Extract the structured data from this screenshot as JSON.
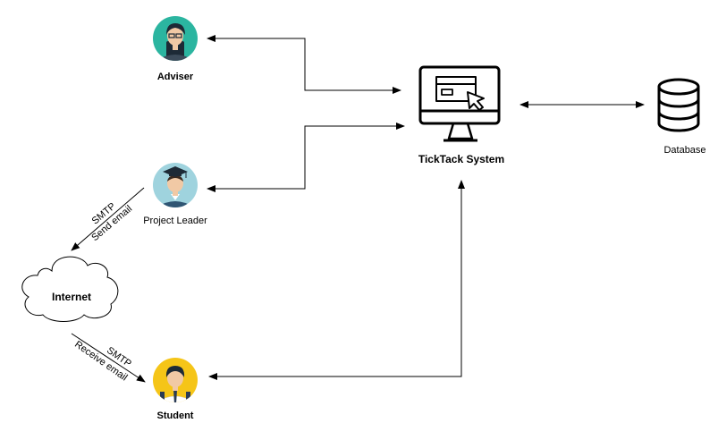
{
  "nodes": {
    "adviser": {
      "label": "Adviser",
      "icon": "adviser-avatar-icon",
      "color": "#2bb5a0"
    },
    "project_leader": {
      "label": "Project Leader",
      "icon": "project-leader-avatar-icon",
      "color": "#9fd3de"
    },
    "student": {
      "label": "Student",
      "icon": "student-avatar-icon",
      "color": "#f5c518"
    },
    "system": {
      "label": "TickTack System",
      "icon": "computer-monitor-icon"
    },
    "database": {
      "label": "Database",
      "icon": "database-icon"
    },
    "internet": {
      "label": "Internet",
      "icon": "cloud-icon"
    }
  },
  "edges": {
    "leader_to_internet": {
      "line1": "SMTP",
      "line2": "Send email"
    },
    "internet_to_student": {
      "line1": "SMTP",
      "line2": "Receive email"
    }
  }
}
